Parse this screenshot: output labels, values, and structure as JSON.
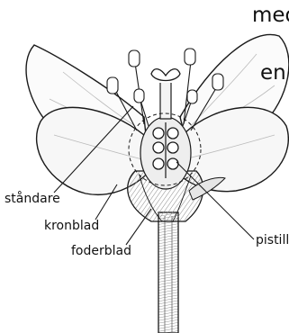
{
  "captions": [
    "med",
    "en"
  ],
  "labels": {
    "stamen": "ståndare",
    "petal": "kronblad",
    "sepal": "foderblad",
    "pistil": "pistill"
  },
  "colors": {
    "ink": "#1a1a1a",
    "shade": "#9a9a9a",
    "background": "#ffffff"
  }
}
